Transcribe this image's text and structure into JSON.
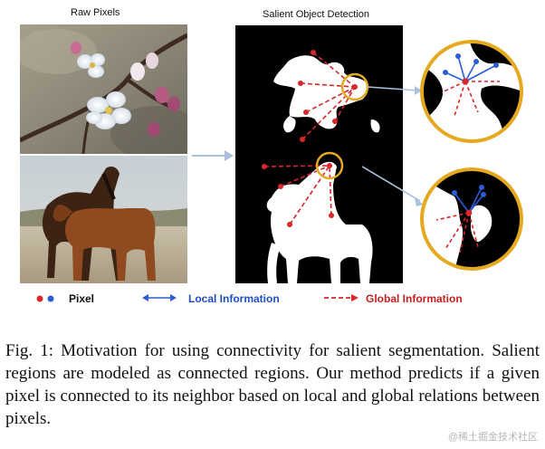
{
  "figure": {
    "panel_titles": {
      "raw": "Raw Pixels",
      "salient": "Salient Object Detection"
    },
    "legend": {
      "pixel": "Pixel",
      "local": "Local Information",
      "global": "Global Information"
    },
    "colors": {
      "red": "#d8262b",
      "blue": "#2b5bd6",
      "gold": "#e5a920",
      "local_text": "#1f4fc1",
      "global_text": "#c8201f"
    }
  },
  "caption": {
    "text": "Fig. 1: Motivation for using connectivity for salient segmentation. Salient regions are modeled as connected regions. Our method predicts if a given pixel is connected to its neighbor based on local and global relations between pixels."
  },
  "watermark": "@稀土掘金技术社区"
}
